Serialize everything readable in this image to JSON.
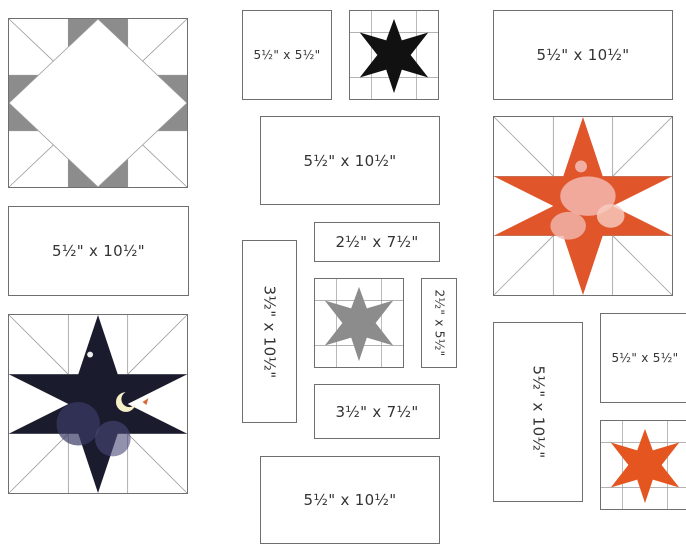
{
  "labels": {
    "a": "5½\" x 5½\"",
    "b": "5½\" x 10½\"",
    "c": "5½\" x 10½\"",
    "d": "5½\" x 10½\"",
    "e": "2½\" x 7½\"",
    "f": "3½\" x 10½\"",
    "g": "2½\" x 5½\"",
    "h": "3½\" x 7½\"",
    "i": "5½\" x 10½\"",
    "j": "5½\" x 10½\"",
    "k": "5½\" x 5½\""
  },
  "colors": {
    "star_gray": "#8c8c8c",
    "star_black": "#111111",
    "star_navy": "#1b1b2e",
    "star_print": "#e0552a",
    "star_print_light": "#f3b9b0",
    "star_orange": "#e4551f",
    "seam": "#9a9a9a"
  }
}
